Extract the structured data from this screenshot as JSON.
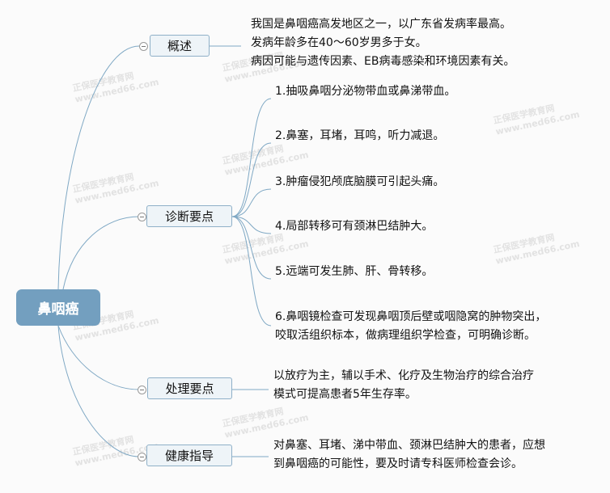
{
  "watermark": {
    "line1": "正保医学教育网",
    "line2": "www.med66.com"
  },
  "root": {
    "label": "鼻咽癌"
  },
  "branches": [
    {
      "label": "概述",
      "leaves": [
        "我国是鼻咽癌高发地区之一，以广东省发病率最高。",
        "发病年龄多在40～60岁男多于女。",
        "病因可能与遗传因素、EB病毒感染和环境因素有关。"
      ]
    },
    {
      "label": "诊断要点",
      "leaves": [
        "1.抽吸鼻咽分泌物带血或鼻涕带血。",
        "2.鼻塞，耳堵，耳鸣，听力减退。",
        "3.肿瘤侵犯颅底脑膜可引起头痛。",
        "4.局部转移可有颈淋巴结肿大。",
        "5.远端可发生肺、肝、骨转移。",
        "6.鼻咽镜检查可发现鼻咽顶后壁或咽隐窝的肿物突出，",
        "咬取活组织标本，做病理组织学检查，可明确诊断。"
      ]
    },
    {
      "label": "处理要点",
      "leaves": [
        "以放疗为主，辅以手术、化疗及生物治疗的综合治疗",
        "模式可提高患者5年生存率。"
      ]
    },
    {
      "label": "健康指导",
      "leaves": [
        "对鼻塞、耳堵、涕中带血、颈淋巴结肿大的患者，应想",
        "到鼻咽癌的可能性，要及时请专科医师检查会诊。"
      ]
    }
  ]
}
